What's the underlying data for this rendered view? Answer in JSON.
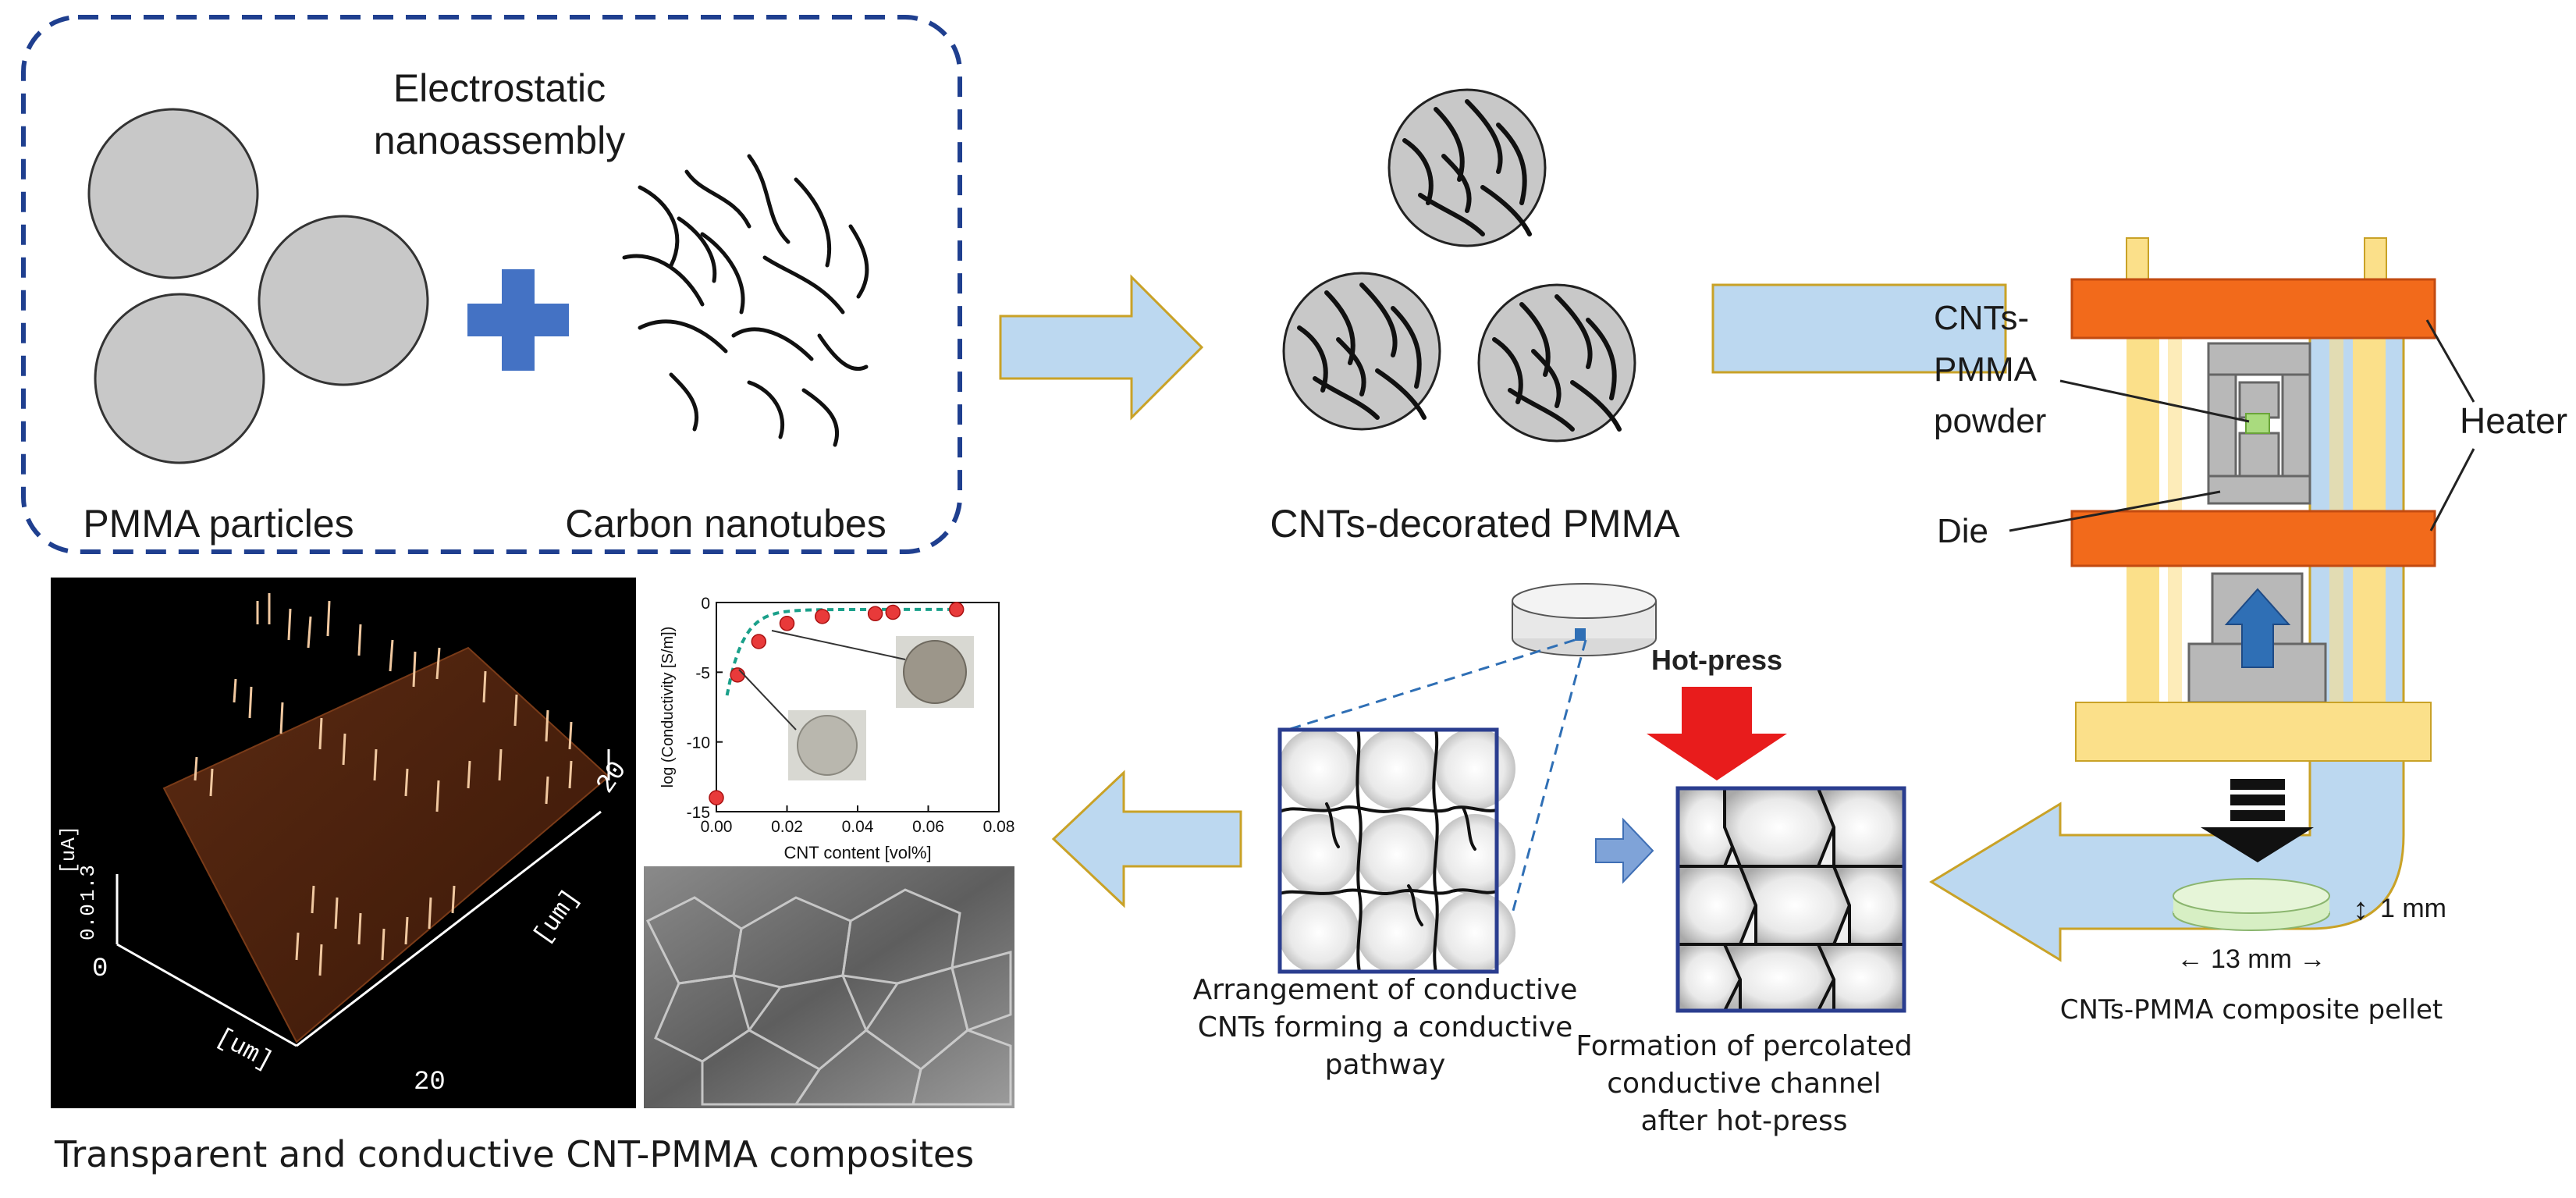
{
  "panel_assembly": {
    "title_line1": "Electrostatic",
    "title_line2": "nanoassembly",
    "pmma_label": "PMMA particles",
    "cnt_label": "Carbon nanotubes"
  },
  "decorated": {
    "label": "CNTs-decorated PMMA"
  },
  "press": {
    "powder_line1": "CNTs-",
    "powder_line2": "PMMA",
    "powder_line3": "powder",
    "heater_label": "Heater",
    "die_label": "Die",
    "thickness_label": "1 mm",
    "diameter_label": "← 13 mm →",
    "pellet_label": "CNTs-PMMA composite pellet"
  },
  "hotpress": {
    "label": "Hot-press",
    "caption_line1": "Formation of percolated",
    "caption_line2": "conductive channel",
    "caption_line3": "after hot-press"
  },
  "arrangement": {
    "caption_line1": "Arrangement of conductive",
    "caption_line2": "CNTs forming a conductive",
    "caption_line3": "pathway"
  },
  "afm": {
    "unit_label": "[uA]",
    "z_tick_top": "1.3",
    "z_tick_bottom": "0.0",
    "origin_label": "0",
    "x_axis_label": "[um]",
    "x_axis_end": "20",
    "y_axis_label": "[um]",
    "y_axis_end": "20"
  },
  "footer": {
    "caption": "Transparent and conductive CNT-PMMA composites"
  },
  "chart_data": {
    "type": "scatter",
    "title": "",
    "xlabel": "CNT content [vol%]",
    "ylabel": "log (Conductivity [S/m])",
    "xlim": [
      0,
      0.08
    ],
    "ylim": [
      -15,
      0
    ],
    "x_ticks": [
      "0.00",
      "0.02",
      "0.04",
      "0.06",
      "0.08"
    ],
    "y_ticks": [
      "0",
      "-5",
      "-10",
      "-15"
    ],
    "grid": false,
    "points": [
      {
        "x": 0.0,
        "y": -14.0
      },
      {
        "x": 0.006,
        "y": -5.2
      },
      {
        "x": 0.012,
        "y": -2.8
      },
      {
        "x": 0.02,
        "y": -1.5
      },
      {
        "x": 0.03,
        "y": -1.0
      },
      {
        "x": 0.045,
        "y": -0.8
      },
      {
        "x": 0.05,
        "y": -0.7
      },
      {
        "x": 0.068,
        "y": -0.5
      }
    ],
    "fit_color": "#1aa08a",
    "point_color": "#e83a3a"
  },
  "colors": {
    "dashed_border": "#1f3f8f",
    "plus": "#4472c4",
    "arrow_fill": "#bcd8f0",
    "arrow_stroke": "#c9a227",
    "heater": "#f26a1b",
    "frame": "#fbe08a",
    "die": "#b8b8b8",
    "pellet": "#d7efc4",
    "hotpress_arrow": "#e81c1c",
    "press_arrow": "#2f6fb5",
    "grid_border": "#2a3d8f"
  }
}
